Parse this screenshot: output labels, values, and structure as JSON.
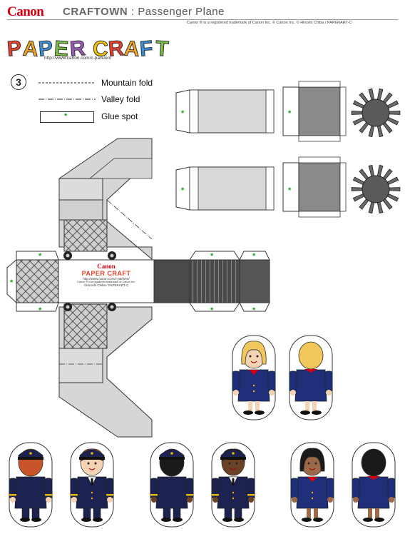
{
  "header": {
    "brand": "Canon",
    "title_left": "CRAFTOWN",
    "title_sep": " : ",
    "title_right": "Passenger Plane",
    "trademark": "Canon ® is a registered trademark of Canon Inc.  © Canon Inc.  © Hiroshi Chiba / PAPERART-C"
  },
  "logo": {
    "text": "PAPER CRAFT",
    "url": "http://www.canon.com/c-park/en/",
    "colors": [
      "#e8402a",
      "#f5a623",
      "#3b8fd9",
      "#7ac142",
      "#9b59b6",
      "#f2c500"
    ]
  },
  "step": {
    "number": "3"
  },
  "legend": {
    "mountain": "Mountain fold",
    "valley": "Valley fold",
    "glue": "Glue spot",
    "glue_mark": "*"
  },
  "fuselage_label": {
    "brand": "Canon",
    "logo": "PAPER CRAFT",
    "url": "http://www.canon.com/c-park/en/",
    "trademark": "Canon ® is a registered trademark of Canon Inc.",
    "credit": "©Hiroshi Chiba / PAPERART-C"
  },
  "colors": {
    "glue": "#1ba31b",
    "part_gray": "#d9d9d9",
    "dark_gray": "#555555",
    "uniform_blue": "#1f2f7a",
    "pilot_navy": "#1c2350",
    "accent_red": "#d40010"
  }
}
